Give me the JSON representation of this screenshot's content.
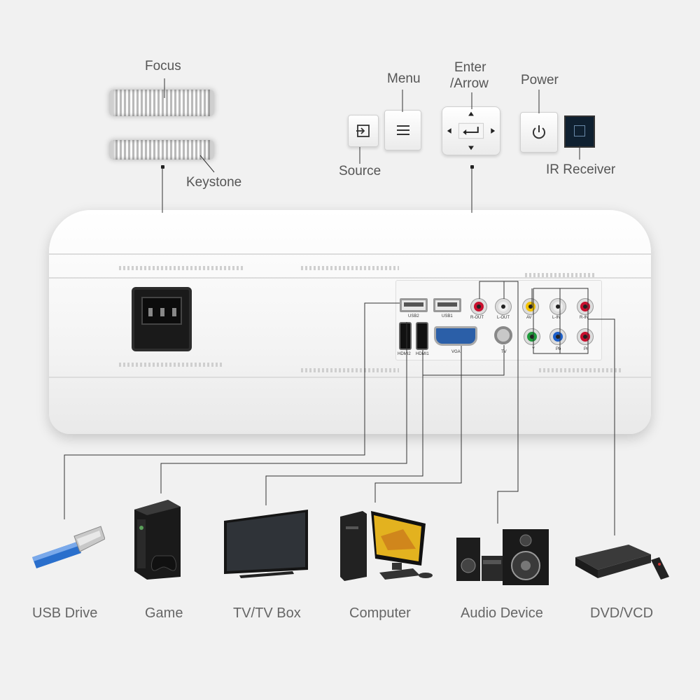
{
  "labels": {
    "focus": "Focus",
    "keystone": "Keystone",
    "menu": "Menu",
    "enter_arrow_line1": "Enter",
    "enter_arrow_line2": "/Arrow",
    "power": "Power",
    "source": "Source",
    "ir_receiver": "IR Receiver"
  },
  "port_labels": {
    "usb2": "USB2",
    "usb1": "USB1",
    "r_out": "R-OUT",
    "l_out": "L-OUT",
    "av": "AV",
    "l_in": "L-IN",
    "r_in": "R-IN",
    "hdmi2": "HDMI2",
    "hdmi1": "HDMI1",
    "vga": "VGA",
    "tv": "TV",
    "y": "Y",
    "pb": "Pb",
    "pr": "Pr"
  },
  "devices": [
    {
      "label": "USB Drive",
      "icon": "usb-drive-icon"
    },
    {
      "label": "Game",
      "icon": "game-console-icon"
    },
    {
      "label": "TV/TV Box",
      "icon": "tv-icon"
    },
    {
      "label": "Computer",
      "icon": "computer-icon"
    },
    {
      "label": "Audio Device",
      "icon": "speaker-icon"
    },
    {
      "label": "DVD/VCD",
      "icon": "dvd-player-icon"
    }
  ],
  "colors": {
    "background": "#f1f1f1",
    "projector_body": "#ffffff",
    "rca_red": "#c8102e",
    "rca_yellow": "#f2c200",
    "rca_white": "#eeeeee",
    "rca_green": "#1f9a3c",
    "rca_blue": "#1d5fc9",
    "vga_blue": "#2b5fa8"
  }
}
